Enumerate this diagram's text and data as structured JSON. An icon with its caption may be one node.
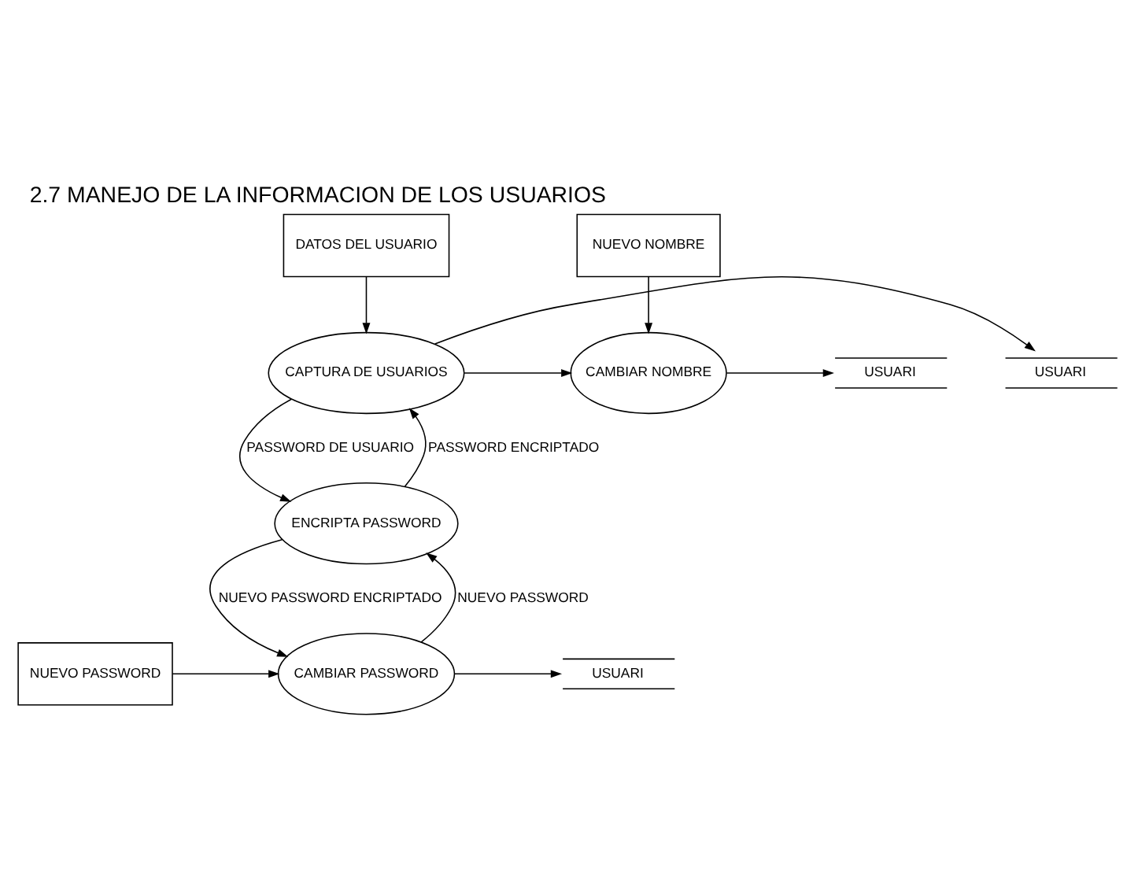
{
  "diagram": {
    "title": "2.7 MANEJO DE LA INFORMACION DE LOS USUARIOS",
    "nodes": [
      {
        "text": [
          "DATOS DEL USUARIO"
        ]
      },
      {
        "text": [
          "NUEVO NOMBRE"
        ]
      },
      {
        "text": [
          "USUARI"
        ]
      },
      {
        "text": [
          "CAPTURA DE USUARIOS"
        ]
      },
      {
        "text": [
          "CAMBIAR NOMBRE"
        ]
      },
      {
        "text": [
          "USUARI"
        ]
      },
      {
        "text": [
          "ENCRIPTA PASSWORD"
        ]
      },
      {
        "text": [
          "NUEVO PASSWORD"
        ]
      },
      {
        "text": [
          "CAMBIAR PASSWORD"
        ]
      },
      {
        "text": [
          "USUARI"
        ]
      }
    ],
    "edges": [
      {
        "from": 0,
        "to": 3,
        "arrow": "to"
      },
      {
        "from": 1,
        "to": 4,
        "arrow": "to"
      },
      {
        "from": 3,
        "to": 2,
        "arrow": "to"
      },
      {
        "from": 3,
        "to": 4,
        "arrow": "to"
      },
      {
        "from": 4,
        "to": 5,
        "arrow": "to"
      },
      {
        "from": 3,
        "to": 6,
        "arrow": "to",
        "label": "PASSWORD DE USUARIO"
      },
      {
        "from": 6,
        "to": 3,
        "arrow": "to",
        "label": "PASSWORD ENCRIPTADO"
      },
      {
        "from": 6,
        "to": 8,
        "arrow": "to",
        "label": "NUEVO PASSWORD ENCRIPTADO"
      },
      {
        "from": 8,
        "to": 6,
        "arrow": "to",
        "label": "NUEVO PASSWORD"
      },
      {
        "from": 7,
        "to": 8,
        "arrow": "to"
      },
      {
        "from": 8,
        "to": 9,
        "arrow": "to"
      }
    ]
  }
}
